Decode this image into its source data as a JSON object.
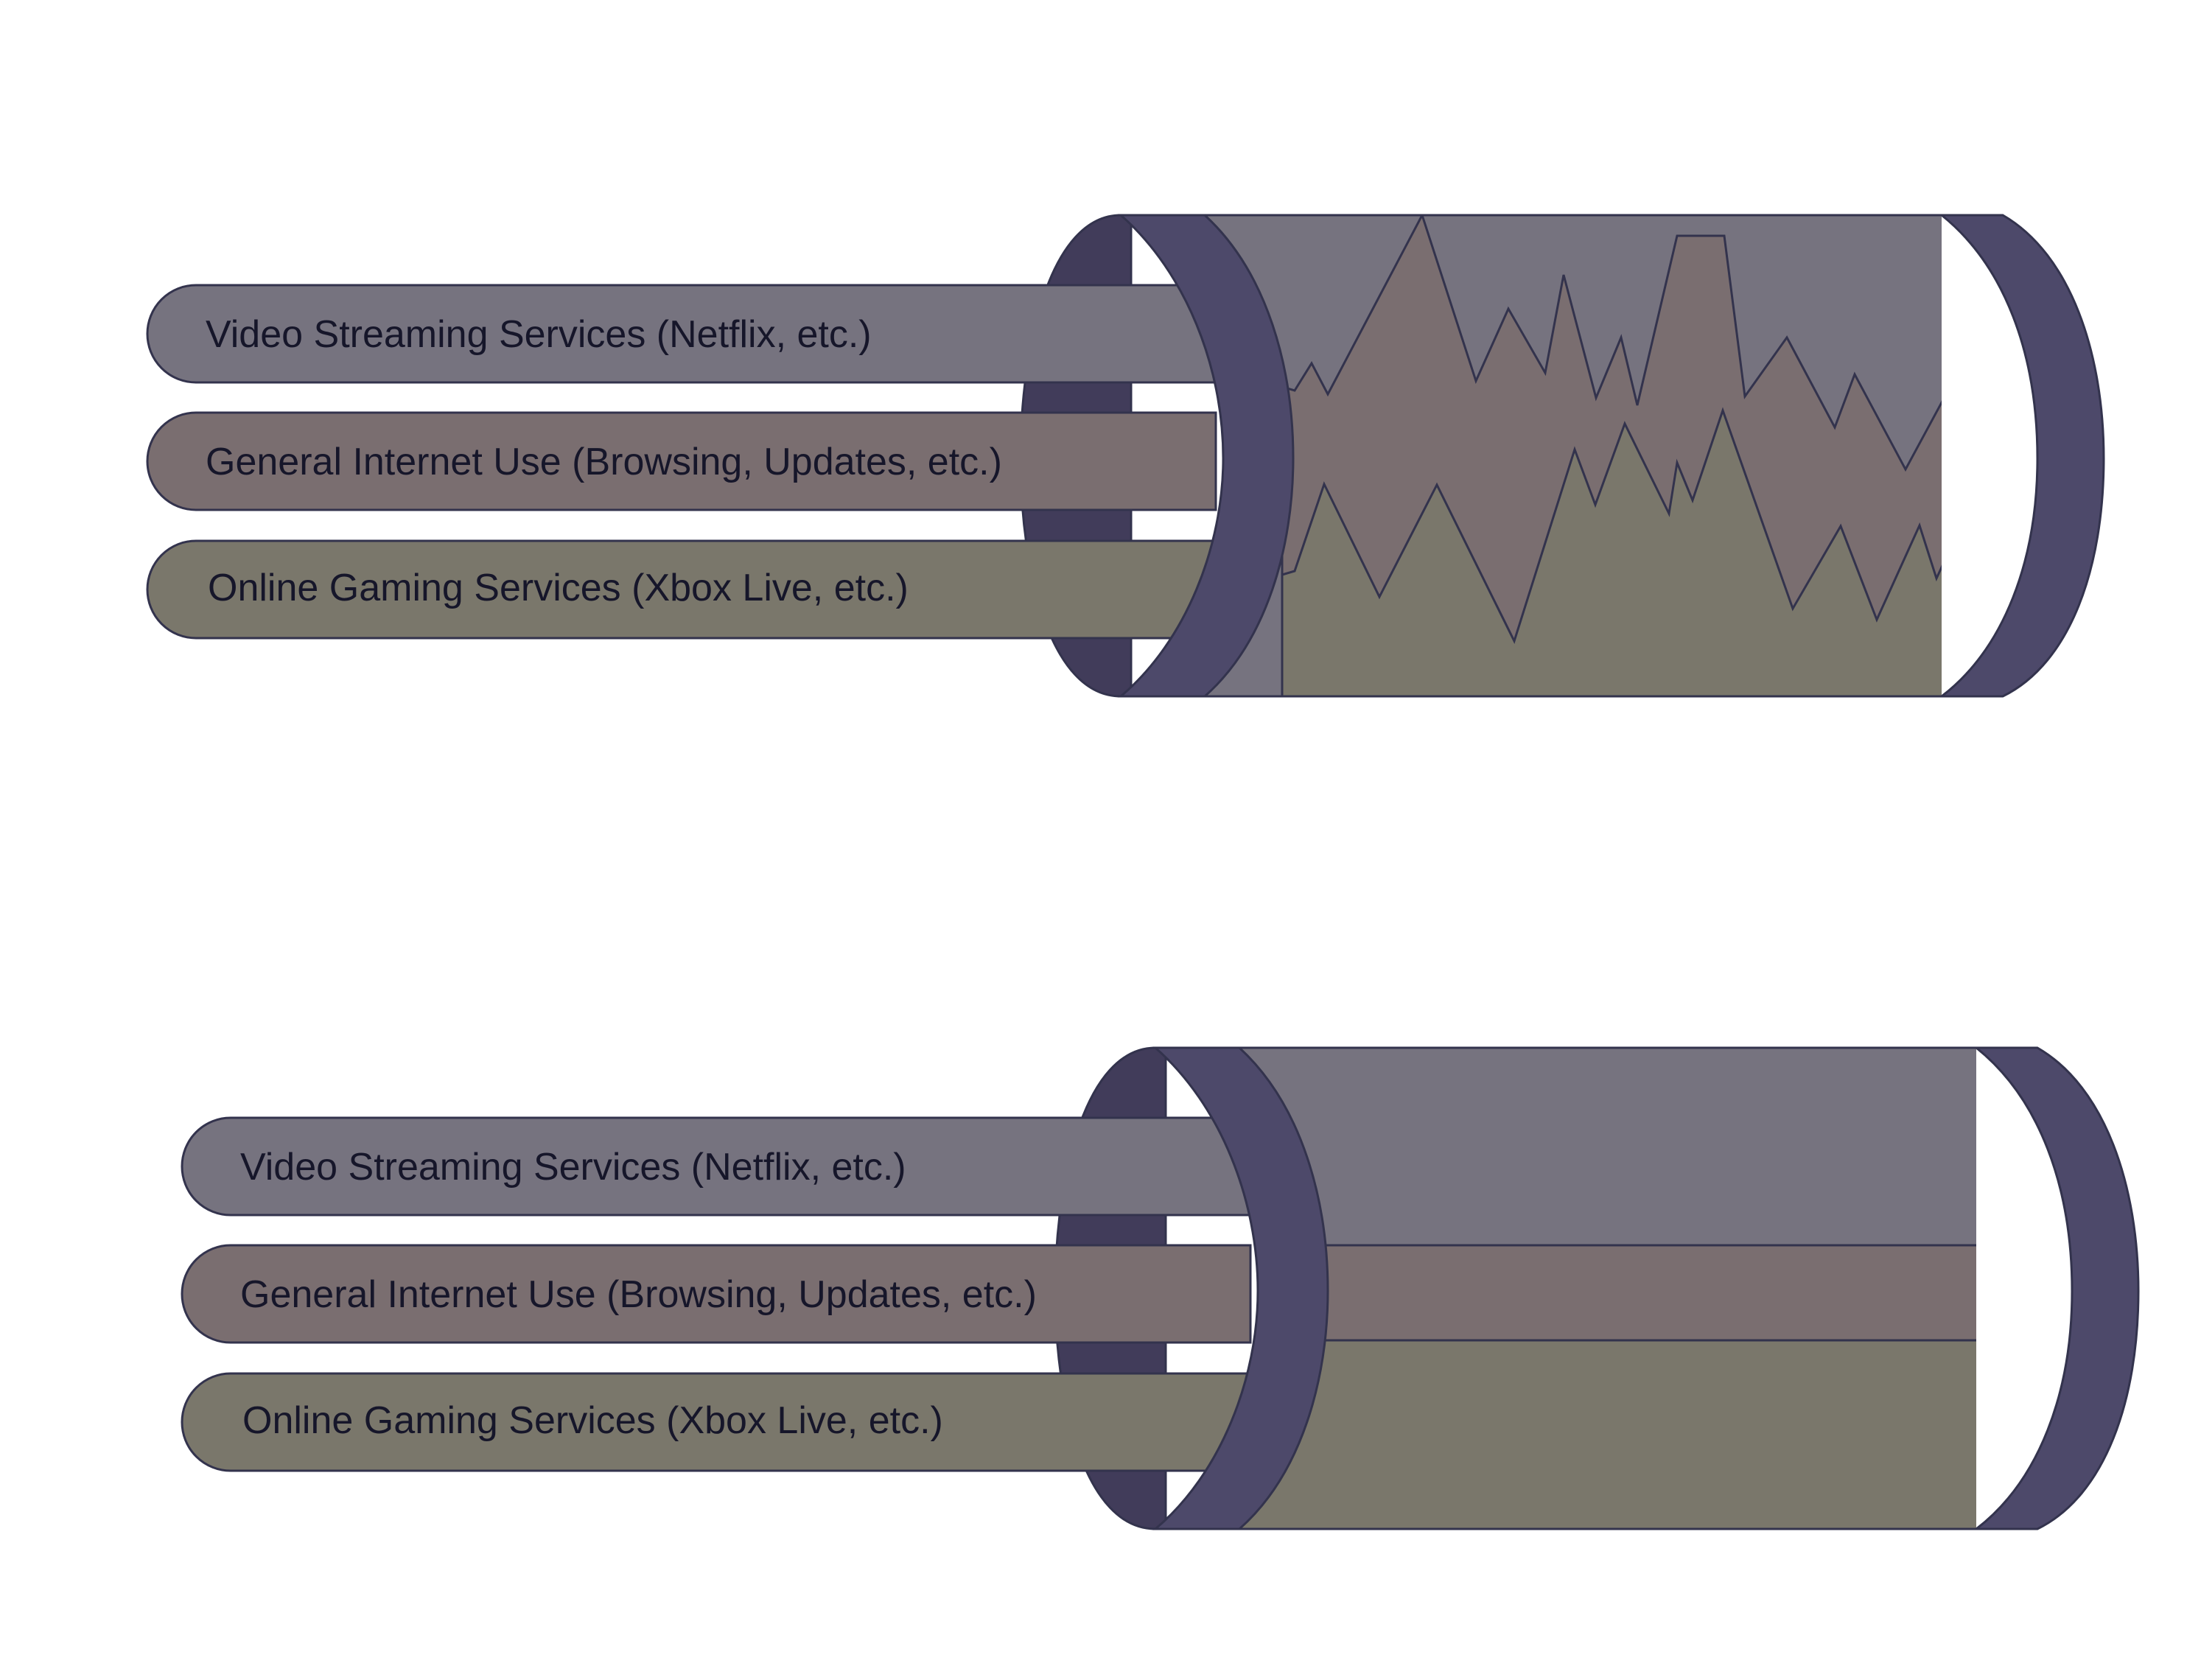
{
  "colors": {
    "background": "#ffffff",
    "outline": "#33334d",
    "video_streaming": "#76737f",
    "general_internet": "#7a6e70",
    "online_gaming": "#7a776b",
    "rim": "#4d496a",
    "rim_inner": "#413c5a",
    "label_text": "#16162a"
  },
  "icons": {
    "cable": "cable-icon"
  },
  "diagrams": [
    {
      "label_strands": [
        {
          "key": "video_streaming",
          "label": "Video Streaming Services (Netflix, etc.)"
        },
        {
          "key": "general_internet",
          "label": "General Internet Use (Browsing, Updates, etc.)"
        },
        {
          "key": "online_gaming",
          "label": "Online Gaming Services (Xbox Live, etc.)"
        }
      ],
      "profile": "variable"
    },
    {
      "label_strands": [
        {
          "key": "video_streaming",
          "label": "Video Streaming Services (Netflix, etc.)"
        },
        {
          "key": "general_internet",
          "label": "General Internet Use (Browsing, Updates, etc.)"
        },
        {
          "key": "online_gaming",
          "label": "Online Gaming Services (Xbox Live, etc.)"
        }
      ],
      "profile": "constant"
    }
  ]
}
